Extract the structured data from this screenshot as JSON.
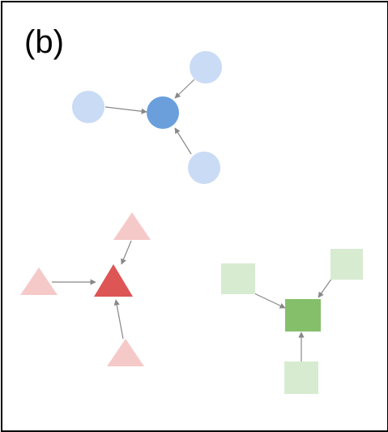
{
  "panel_label": "(b)",
  "groups": [
    {
      "id": "blue",
      "shape": "circle",
      "hub_color": "#6a9fdc",
      "leaf_color": "#c9dbf5",
      "edge_color": "#888888"
    },
    {
      "id": "red",
      "shape": "triangle",
      "hub_color": "#dd5555",
      "leaf_color": "#f6c9c9",
      "edge_color": "#888888"
    },
    {
      "id": "green",
      "shape": "square",
      "hub_color": "#86bf6a",
      "leaf_color": "#d7ebd0",
      "edge_color": "#888888"
    }
  ]
}
